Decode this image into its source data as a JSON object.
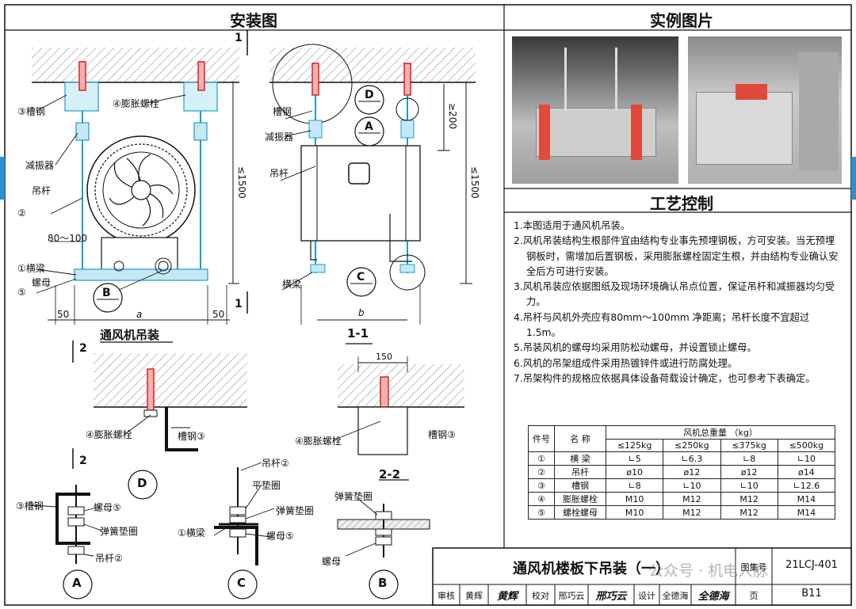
{
  "sections": {
    "install": "安装图",
    "photos": "实例图片",
    "process": "工艺控制"
  },
  "front_view": {
    "caption": "通风机吊装",
    "labels": {
      "channel": "槽钢",
      "anchor": "膨胀螺栓",
      "damper": "减振器",
      "rod": "吊杆",
      "crossbeam": "横梁",
      "nut": "螺母"
    },
    "circle_nums": [
      "①",
      "②",
      "③",
      "④",
      "⑤"
    ],
    "dims": {
      "clearance": "80～100",
      "height": "≤1500",
      "left": "50",
      "right": "50",
      "width": "a"
    },
    "callout_b": "B",
    "section_mark_1": "1",
    "section_mark_2": "2"
  },
  "side_view": {
    "caption": "1-1",
    "labels": {
      "channel": "槽钢",
      "damper": "减振器",
      "rod": "吊杆",
      "crossbeam": "横梁"
    },
    "dims": {
      "top": "≥200",
      "height": "≤1500",
      "width": "b"
    },
    "callouts": [
      "D",
      "A",
      "C"
    ]
  },
  "detail_d": {
    "label_anchor": "膨胀螺栓",
    "label_channel": "槽钢",
    "circle": "D"
  },
  "detail_22": {
    "caption": "2-2",
    "dim": "150",
    "label_anchor": "膨胀螺栓",
    "label_channel": "槽钢"
  },
  "detail_a": {
    "circle": "A",
    "labels": {
      "channel": "槽钢",
      "nut": "螺母",
      "washer": "弹簧垫圈",
      "rod": "吊杆"
    }
  },
  "detail_c": {
    "circle": "C",
    "labels": {
      "rod": "吊杆",
      "flat_washer": "平垫圈",
      "spring_washer": "弹簧垫圈",
      "crossbeam": "横梁",
      "nut": "螺母"
    }
  },
  "detail_b": {
    "circle": "B",
    "labels": {
      "spring_washer": "弹簧垫圈",
      "nut": "螺母"
    }
  },
  "notes": [
    "1.本图适用于通风机吊装。",
    "2.风机吊装结构生根部件宜由结构专业事先预埋钢板，方可安装。当无预埋钢板时，需增加后置钢板，采用膨胀螺栓固定生根，并由结构专业确认安全后方可进行安装。",
    "3.风机吊装应依据图纸及现场环境确认吊点位置，保证吊杆和减振器均匀受力。",
    "4.吊杆与风机外壳应有80mm～100mm 净距离；吊杆长度不宜超过1.5m。",
    "5.吊装风机的螺母均采用防松动螺母，并设置锁止螺母。",
    "6.风机的吊架组成件采用热镀锌件或进行防腐处理。",
    "7.吊架构件的规格应依据具体设备荷载设计确定，也可参考下表确定。"
  ],
  "spec_table": {
    "col_no": "件号",
    "col_name": "名 称",
    "group_header": "风机总重量  （kg）",
    "weights": [
      "≤125kg",
      "≤250kg",
      "≤375kg",
      "≤500kg"
    ],
    "rows": [
      {
        "no": "①",
        "name": "横  梁",
        "v": [
          "∟5",
          "∟6.3",
          "∟8",
          "∟10"
        ]
      },
      {
        "no": "②",
        "name": "吊杆",
        "v": [
          "ø10",
          "ø12",
          "ø12",
          "ø14"
        ]
      },
      {
        "no": "③",
        "name": "槽钢",
        "v": [
          "∟8",
          "∟10",
          "∟10",
          "∟12.6"
        ]
      },
      {
        "no": "④",
        "name": "膨胀螺栓",
        "v": [
          "M10",
          "M12",
          "M12",
          "M14"
        ]
      },
      {
        "no": "⑤",
        "name": "螺栓螺母",
        "v": [
          "M10",
          "M12",
          "M12",
          "M14"
        ]
      }
    ]
  },
  "title_block": {
    "title": "通风机楼板下吊装（一）",
    "atlas_label": "图集号",
    "atlas_no": "21LCJ-401",
    "review_label": "审核",
    "reviewer": "黄辉",
    "review_sign": "黄辉",
    "check_label": "校对",
    "checker": "邢巧云",
    "check_sign": "邢巧云",
    "design_label": "设计",
    "designer": "全德海",
    "design_sign": "全德海",
    "page_label": "页",
    "page_no": "B11"
  },
  "watermark": "公众号 · 机电人脉",
  "colors": {
    "duct_fill": "#c6e8f5",
    "cyan": "#1aa0c8",
    "red": "#e02020",
    "hatch": "#888888"
  }
}
